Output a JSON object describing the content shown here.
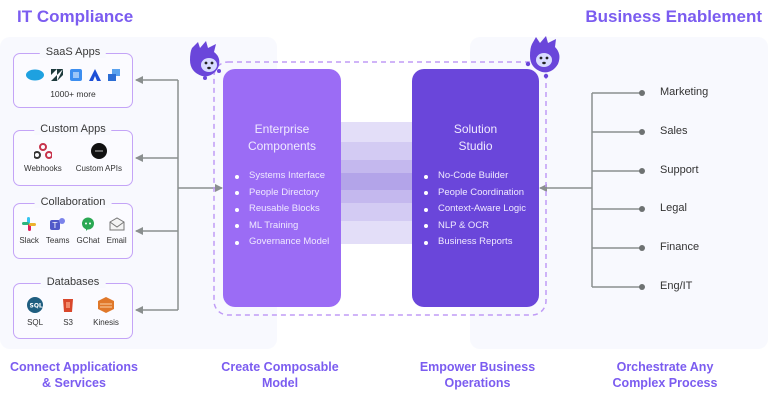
{
  "headers": {
    "left": "IT Compliance",
    "right": "Business Enablement"
  },
  "groups": [
    {
      "label": "SaaS Apps",
      "icons": [
        "salesforce-icon",
        "zendesk-icon",
        "sharepoint-icon",
        "atlassian-icon",
        "azure-icon"
      ],
      "more": "1000+ more"
    },
    {
      "label": "Custom Apps",
      "items": [
        {
          "icon": "webhooks-icon",
          "label": "Webhooks"
        },
        {
          "icon": "api-icon",
          "label": "Custom APIs"
        }
      ]
    },
    {
      "label": "Collaboration",
      "items": [
        {
          "icon": "slack-icon",
          "label": "Slack"
        },
        {
          "icon": "teams-icon",
          "label": "Teams"
        },
        {
          "icon": "gchat-icon",
          "label": "GChat"
        },
        {
          "icon": "email-icon",
          "label": "Email"
        }
      ]
    },
    {
      "label": "Databases",
      "items": [
        {
          "icon": "sql-icon",
          "label": "SQL"
        },
        {
          "icon": "s3-icon",
          "label": "S3"
        },
        {
          "icon": "kinesis-icon",
          "label": "Kinesis"
        }
      ]
    }
  ],
  "enterprise": {
    "title_line1": "Enterprise",
    "title_line2": "Components",
    "items": [
      "Systems Interface",
      "People Directory",
      "Reusable Blocks",
      "ML Training",
      "Governance Model"
    ],
    "color": "#9b6cf5"
  },
  "solution": {
    "title_line1": "Solution",
    "title_line2": "Studio",
    "items": [
      "No-Code Builder",
      "People Coordination",
      "Context-Aware Logic",
      "NLP & OCR",
      "Business Reports"
    ],
    "color": "#6a46da"
  },
  "departments": [
    "Marketing",
    "Sales",
    "Support",
    "Legal",
    "Finance",
    "Eng/IT"
  ],
  "captions": [
    {
      "line1": "Connect Applications",
      "line2": "& Services"
    },
    {
      "line1": "Create Composable",
      "line2": "Model"
    },
    {
      "line1": "Empower Business",
      "line2": "Operations"
    },
    {
      "line1": "Orchestrate Any",
      "line2": "Complex Process"
    }
  ],
  "colors": {
    "accent": "#7b5cf0",
    "group_border": "#c4a4f7",
    "connector": "#8a8f8f",
    "mascot": "#6a46da"
  }
}
